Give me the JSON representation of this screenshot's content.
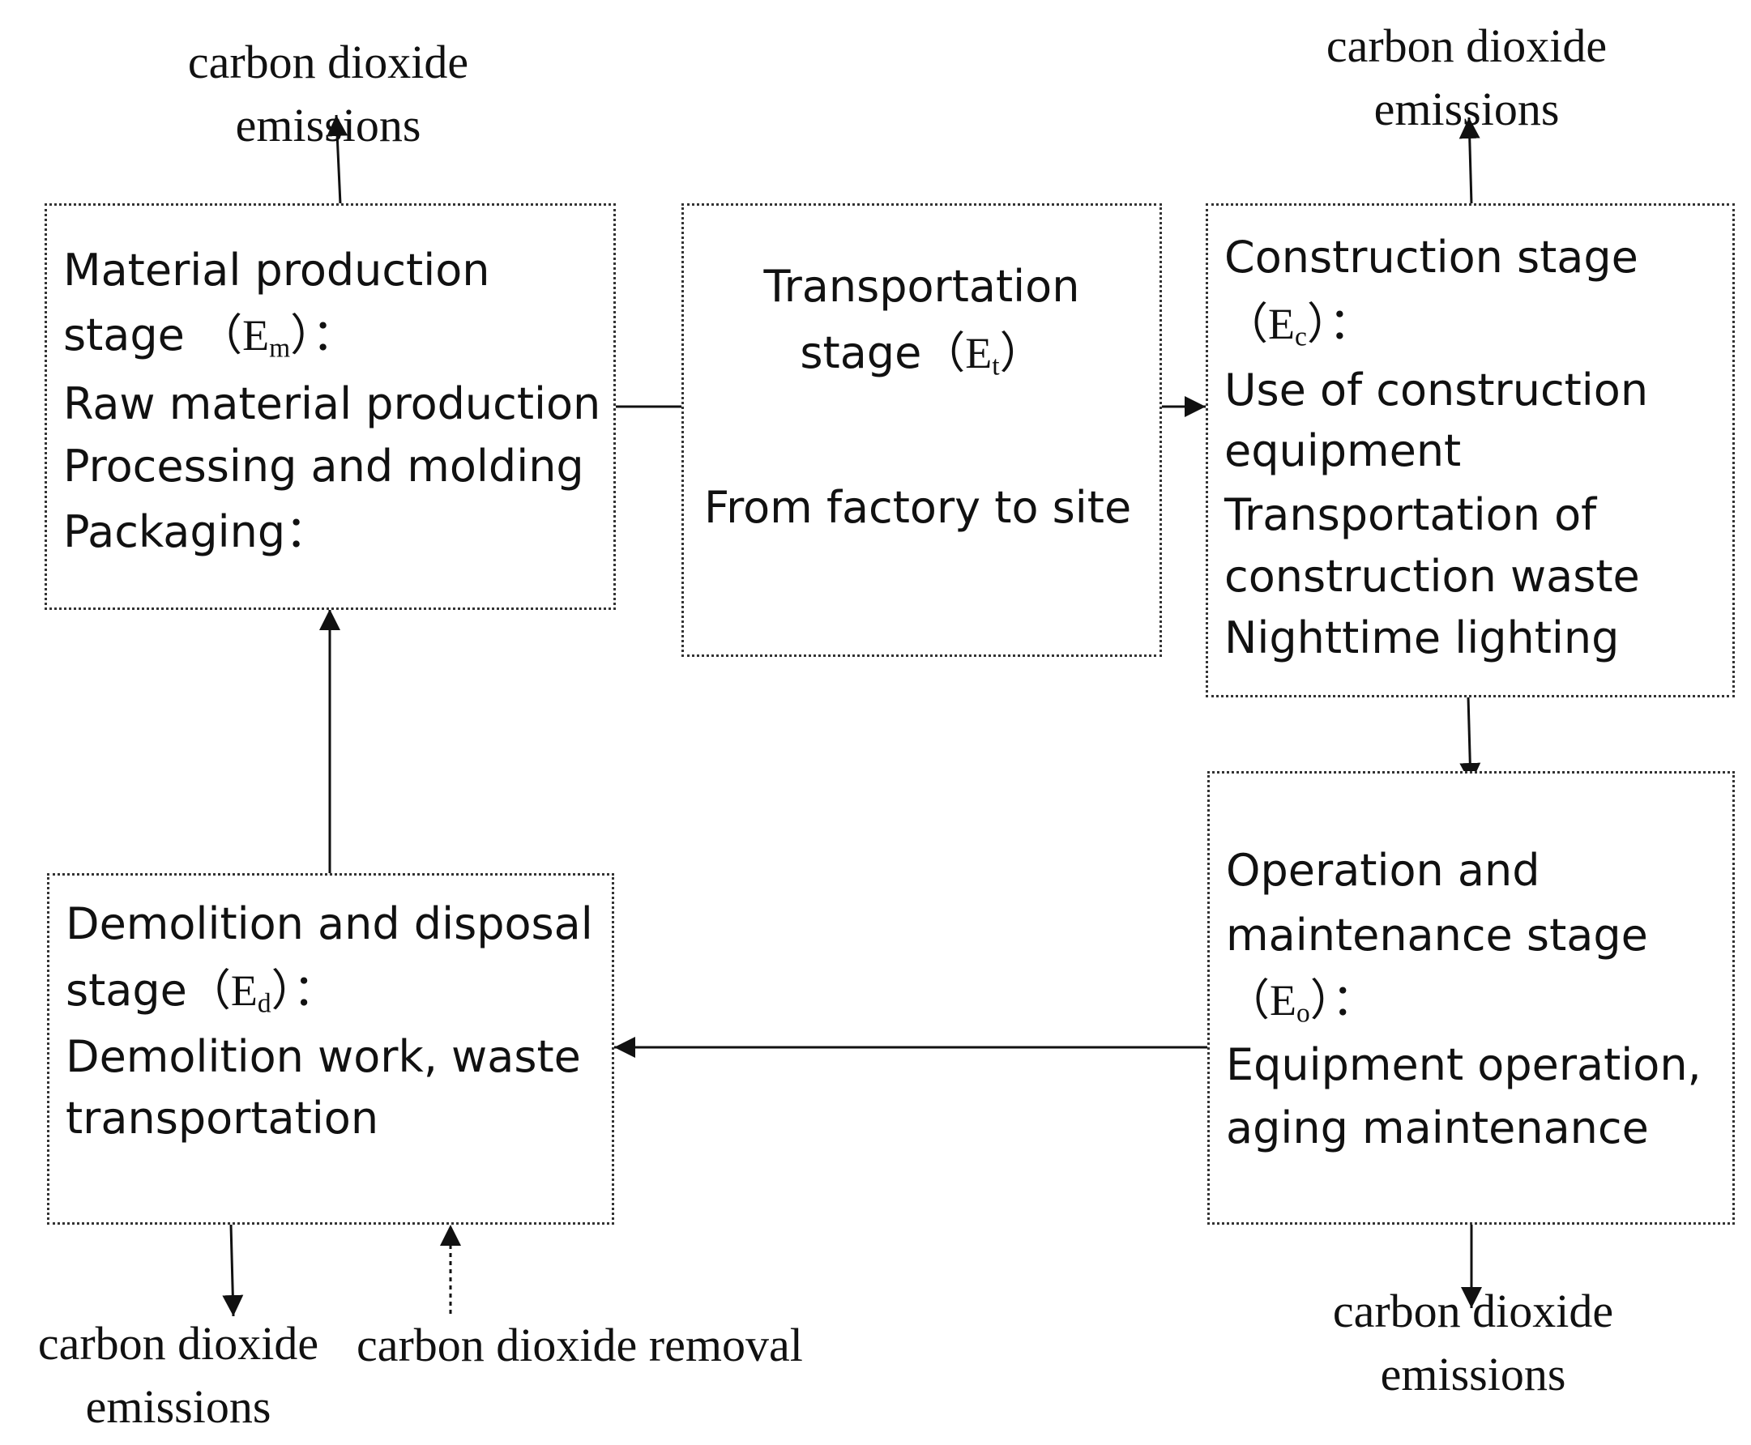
{
  "boxes": {
    "material": {
      "line1": "Material production",
      "stage_prefix": "stage （",
      "symbol": "E",
      "sub": "m",
      "stage_suffix": "）：",
      "line3": "Raw material production",
      "line4": "Processing and molding",
      "line5": "Packaging："
    },
    "transport": {
      "line1": "Transportation",
      "stage_prefix": "stage（",
      "symbol": "E",
      "sub": "t",
      "stage_suffix": "）",
      "line3": "From factory to site"
    },
    "construction": {
      "line1": "Construction stage",
      "stage_prefix": "（",
      "symbol": "E",
      "sub": "c",
      "stage_suffix": "）：",
      "line3": "Use of construction",
      "line4": "equipment",
      "line5": "Transportation of",
      "line6": "construction waste",
      "line7": "Nighttime lighting"
    },
    "operation": {
      "line1": "Operation and",
      "line2": "maintenance stage",
      "stage_prefix": "（",
      "symbol": "E",
      "sub": "o",
      "stage_suffix": "）：",
      "line4": "Equipment operation,",
      "line5": "aging maintenance"
    },
    "demolition": {
      "line1": "Demolition and disposal",
      "stage_prefix": "stage（",
      "symbol": "E",
      "sub": "d",
      "stage_suffix": "）：",
      "line3": "Demolition work, waste",
      "line4": "transportation"
    }
  },
  "labels": {
    "emissions_top_left": [
      "carbon dioxide",
      "emissions"
    ],
    "emissions_top_right": [
      "carbon dioxide",
      "emissions"
    ],
    "emissions_bottom_left": [
      "carbon dioxide",
      "emissions"
    ],
    "emissions_bottom_right": [
      "carbon dioxide",
      "emissions"
    ],
    "removal": "carbon dioxide removal"
  }
}
